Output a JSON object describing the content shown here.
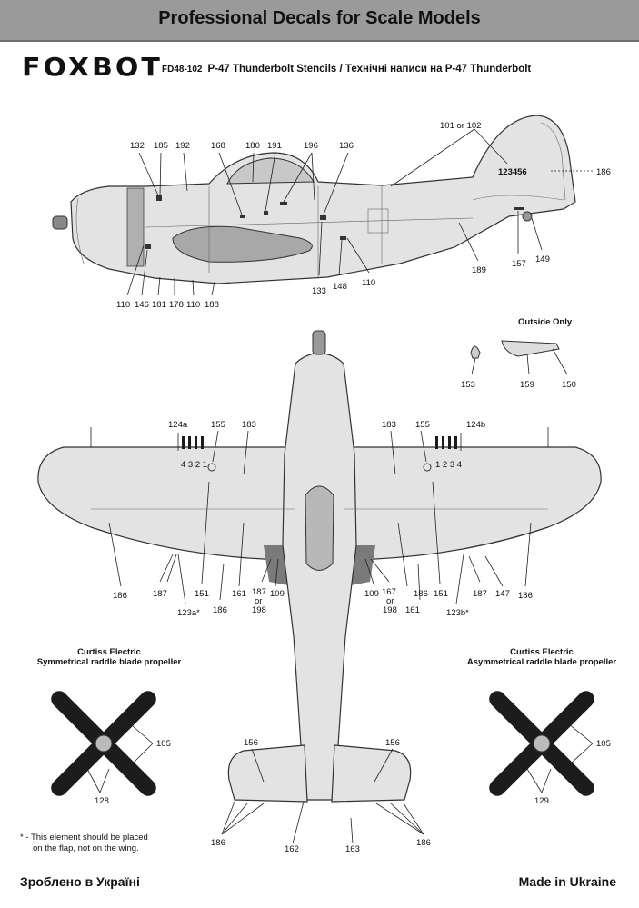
{
  "header": {
    "title": "Professional Decals for Scale Models"
  },
  "brand": {
    "logo": "FOXBOT",
    "code": "FD48-102",
    "title": "P-47 Thunderbolt Stencils / Технічні написи на P-47 Thunderbolt"
  },
  "side_view": {
    "serial": "123456",
    "callouts_top": [
      "132",
      "185",
      "192",
      "168",
      "180",
      "191",
      "196",
      "136",
      "101 or 102",
      "186"
    ],
    "callouts_bottom": [
      "110",
      "146",
      "181",
      "178",
      "110",
      "188",
      "133",
      "148",
      "110",
      "189",
      "157",
      "149"
    ]
  },
  "outside_only": {
    "title": "Outside Only",
    "labels": [
      "153",
      "159",
      "150"
    ]
  },
  "top_view": {
    "left_wing": {
      "top": [
        "124a",
        "155",
        "183"
      ],
      "bottom": [
        "186",
        "187",
        "123a*",
        "151",
        "186",
        "161",
        "187",
        "or",
        "198",
        "109"
      ]
    },
    "right_wing": {
      "top": [
        "183",
        "155",
        "124b"
      ],
      "bottom": [
        "109",
        "167",
        "or",
        "198",
        "186",
        "161",
        "151",
        "123b*",
        "187",
        "147",
        "186"
      ]
    },
    "tail": [
      "156",
      "156",
      "186",
      "162",
      "163",
      "186"
    ],
    "gun_numbers_left": "4 3 2 1",
    "gun_numbers_right": "1 2 3 4"
  },
  "propellers": {
    "left": {
      "title1": "Curtiss Electric",
      "title2": "Symmetrical raddle blade propeller",
      "labels": [
        "105",
        "128"
      ]
    },
    "right": {
      "title1": "Curtiss Electric",
      "title2": "Asymmetrical raddle blade propeller",
      "labels": [
        "105",
        "129"
      ]
    }
  },
  "footnote": {
    "line1": "* - This element should be placed",
    "line2": "on the flap, not on the wing."
  },
  "footer": {
    "left": "Зроблено в Україні",
    "right": "Made in Ukraine"
  },
  "colors": {
    "header_bg": "#9a9a9a",
    "skin": "#e3e3e3",
    "dark": "#1c1c1c"
  }
}
